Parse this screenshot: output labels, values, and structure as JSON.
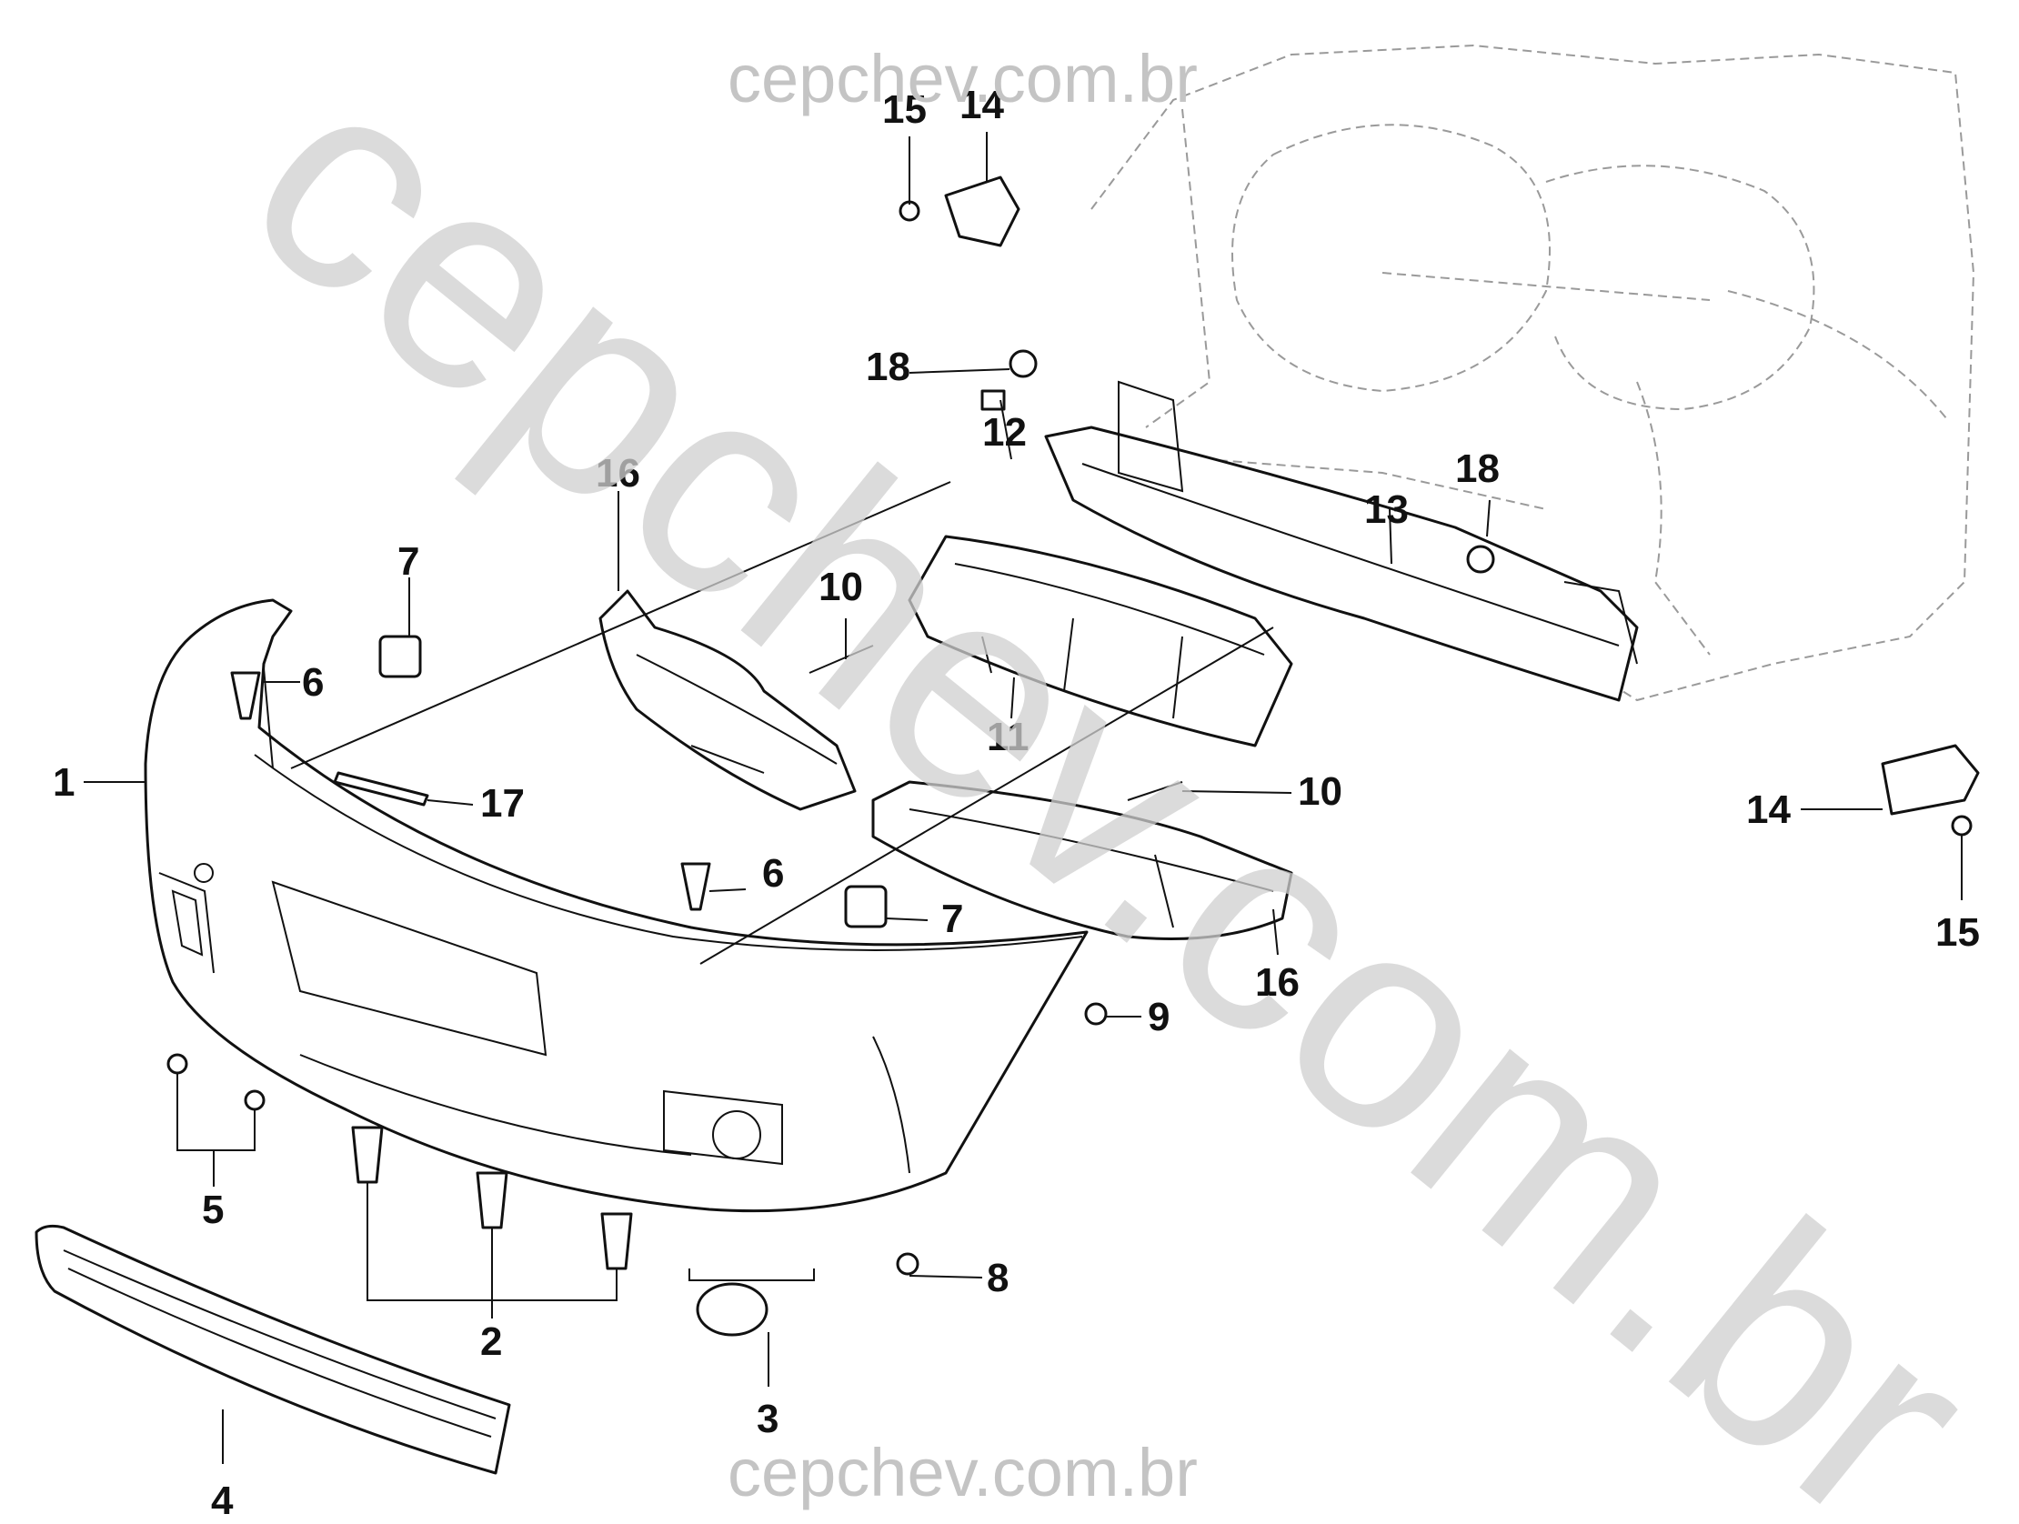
{
  "watermark": {
    "top": "cepchev.com.br",
    "bottom": "cepchev.com.br",
    "diagonal": "cepchev.com.br"
  },
  "callouts": {
    "c1": "1",
    "c2": "2",
    "c3": "3",
    "c4": "4",
    "c5": "5",
    "c6a": "6",
    "c6b": "6",
    "c7a": "7",
    "c7b": "7",
    "c8": "8",
    "c9": "9",
    "c10a": "10",
    "c10b": "10",
    "c11": "11",
    "c12": "12",
    "c13": "13",
    "c14a": "14",
    "c14b": "14",
    "c15a": "15",
    "c15b": "15",
    "c16a": "16",
    "c16b": "16",
    "c17": "17",
    "c18a": "18",
    "c18b": "18"
  }
}
